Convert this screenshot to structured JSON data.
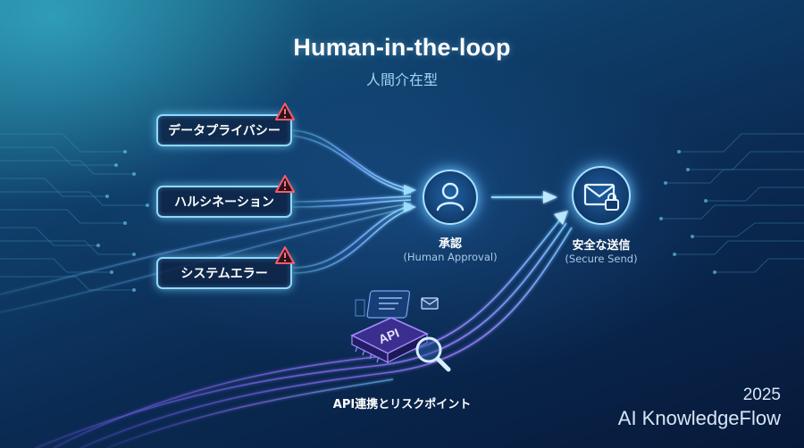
{
  "title": "Human-in-the-loop",
  "subtitle": "人間介在型",
  "risks": [
    {
      "label": "データプライバシー",
      "icon": "warning-icon"
    },
    {
      "label": "ハルシネーション",
      "icon": "warning-icon"
    },
    {
      "label": "システムエラー",
      "icon": "warning-icon"
    }
  ],
  "approval": {
    "label": "承認",
    "sublabel": "(Human Approval)",
    "icon": "person-icon"
  },
  "secure_send": {
    "label": "安全な送信",
    "sublabel": "(Secure Send)",
    "icon": "envelope-lock-icon"
  },
  "api": {
    "label": "API連携とリスクポイント",
    "chip_text": "API",
    "icon": "api-chip-icon"
  },
  "footer": {
    "year": "2025",
    "brand": "AI KnowledgeFlow"
  },
  "colors": {
    "accent_cyan": "#8fd9ff",
    "warning_red": "#ff5a6a",
    "flow_purple": "#9b7bff",
    "flow_blue": "#5fb8ff"
  }
}
